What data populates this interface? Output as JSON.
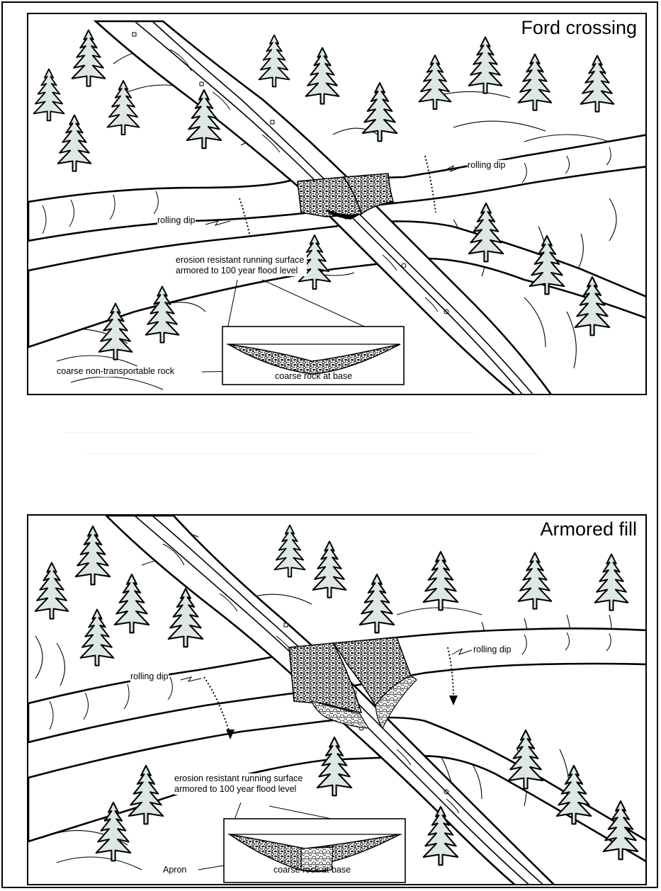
{
  "ford": {
    "title": "Ford crossing",
    "label_rolling_dip_upper": "rolling dip",
    "label_rolling_dip_lower": "rolling dip",
    "label_erosion": "erosion resistant running surface armored to 100 year flood level",
    "label_coarse_nontransportable": "coarse non-transportable rock",
    "label_coarse_base": "coarse rock at base"
  },
  "armored": {
    "title": "Armored fill",
    "label_rolling_dip_upper": "rolling dip",
    "label_rolling_dip_lower": "rolling dip",
    "label_erosion": "erosion resistant running surface armored to 100 year flood level",
    "label_apron": "Apron",
    "label_coarse_base": "coarse rock at base"
  },
  "colors": {
    "tree_fill": "#dde8e2",
    "line": "#000000",
    "paper": "#ffffff"
  }
}
